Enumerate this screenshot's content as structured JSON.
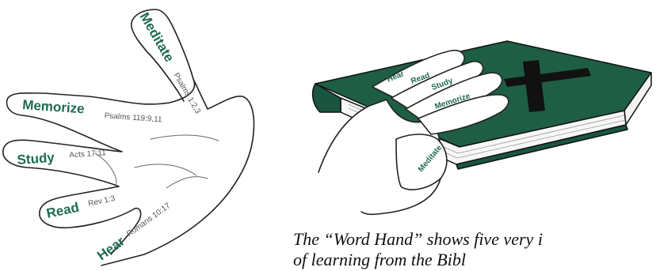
{
  "palette": {
    "finger_green": "#1f6b52",
    "book_green": "#1e5e45",
    "outline": "#222222",
    "reference_gray": "#555555"
  },
  "left_hand": {
    "fingers": [
      {
        "label": "Meditate",
        "reference": "Psalms 1:2,3"
      },
      {
        "label": "Memorize",
        "reference": "Psalms 119:9,11"
      },
      {
        "label": "Study",
        "reference": "Acts 17:11"
      },
      {
        "label": "Read",
        "reference": "Rev 1:3"
      },
      {
        "label": "Hear",
        "reference": "Romans 10:17"
      }
    ]
  },
  "right_hand": {
    "fingers": [
      "Hear",
      "Read",
      "Study",
      "Memorize",
      "Meditate"
    ]
  },
  "caption": {
    "line1": "The “Word Hand” shows five very i",
    "line2": "of learning from the Bibl"
  }
}
